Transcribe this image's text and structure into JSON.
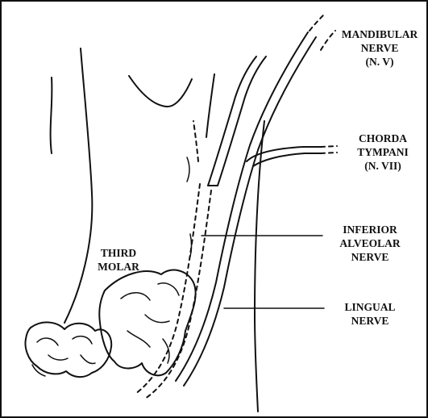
{
  "colors": {
    "ink": "#111111",
    "background": "#ffffff"
  },
  "labels": {
    "mandibular": {
      "line1": "MANDIBULAR",
      "line2": "NERVE",
      "line3": "(N. V)"
    },
    "chorda": {
      "line1": "CHORDA",
      "line2": "TYMPANI",
      "line3": "(N. VII)"
    },
    "inferior": {
      "line1": "INFERIOR",
      "line2": "ALVEOLAR",
      "line3": "NERVE"
    },
    "lingual": {
      "line1": "LINGUAL",
      "line2": "NERVE"
    },
    "molar": {
      "line1": "THIRD",
      "line2": "MOLAR"
    }
  }
}
